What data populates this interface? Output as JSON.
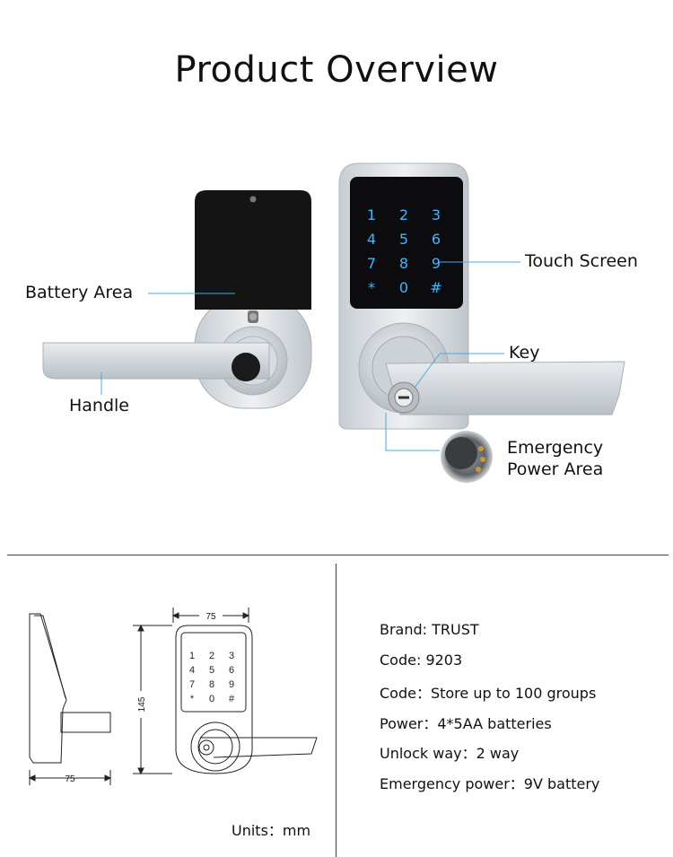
{
  "title": "Product Overview",
  "callouts": {
    "battery_area": "Battery Area",
    "handle": "Handle",
    "touch_screen": "Touch Screen",
    "key": "Key",
    "emergency_line1": "Emergency",
    "emergency_line2": "Power Area"
  },
  "keypad": [
    "1",
    "2",
    "3",
    "4",
    "5",
    "6",
    "7",
    "8",
    "9",
    "*",
    "0",
    "#"
  ],
  "drawing": {
    "width_top": "75",
    "width_side": "75",
    "height": "145",
    "units": "Units：mm"
  },
  "specs": [
    "Brand: TRUST",
    "Code:  9203",
    "Code：Store up to 100 groups",
    "Power：4*5AA batteries",
    "Unlock way：2 way",
    "Emergency power：9V battery"
  ],
  "colors": {
    "keypad_glow": "#3fb6ff",
    "metal": "#d9dee2",
    "screen": "#0c0c0e"
  }
}
